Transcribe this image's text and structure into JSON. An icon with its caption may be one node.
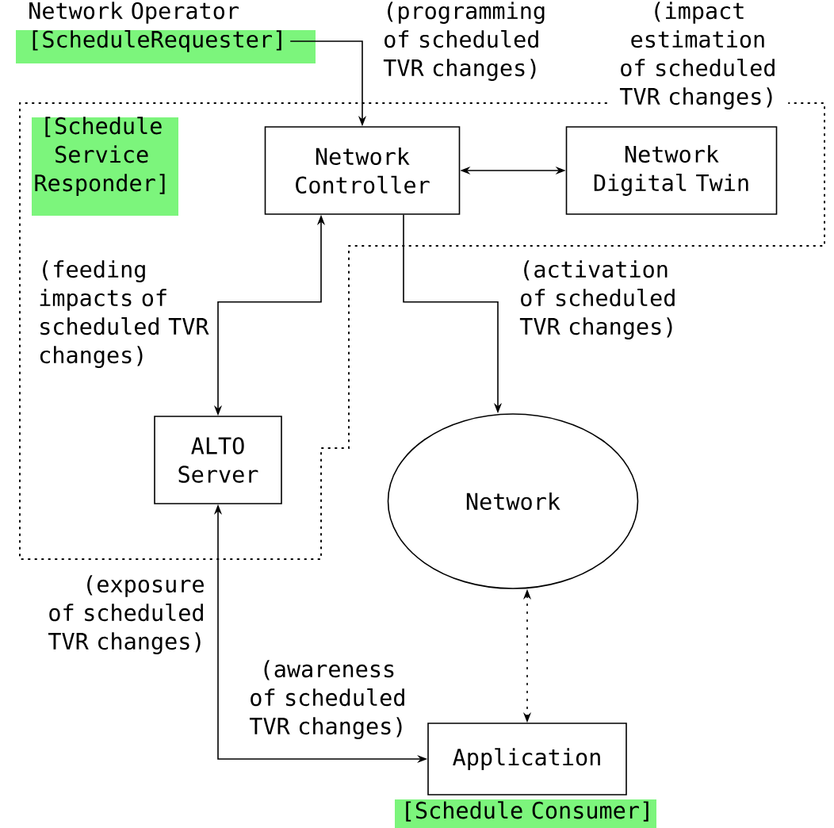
{
  "diagram": {
    "nodes": [
      {
        "text": [
          "Network Operator",
          "[ScheduleRequester]"
        ]
      },
      {
        "text": [
          "[Schedule Service Responder]"
        ]
      },
      {
        "text": [
          "Network Controller"
        ],
        "in": 1
      },
      {
        "text": [
          "Network Digital Twin"
        ],
        "in": 1,
        "beside": [
          "(impact estimation of scheduled TVR changes)"
        ]
      },
      {
        "text": [
          "ALTO Server"
        ],
        "in": 1
      },
      {
        "text": [
          "Network"
        ]
      },
      {
        "text": [
          "Application"
        ],
        "beside": [
          "[Schedule Consumer]"
        ]
      }
    ],
    "edges": [
      {
        "from": 0,
        "to": 2,
        "arrow": "to",
        "label": "(programming of scheduled TVR changes)"
      },
      {
        "from": 2,
        "to": 3,
        "arrow": "both"
      },
      {
        "from": 2,
        "to": 4,
        "arrow": "both",
        "label": "(feeding impacts of scheduled TVR changes)"
      },
      {
        "from": 2,
        "to": 5,
        "arrow": "to",
        "label": "(activation of scheduled TVR changes)"
      },
      {
        "from": 4,
        "to": 6,
        "arrow": "both",
        "label": "(exposure of scheduled TVR changes)"
      },
      {
        "from": 5,
        "to": 6,
        "arrow": "both",
        "style": "dashed"
      }
    ],
    "labels": [
      "(awareness of scheduled TVR changes)"
    ]
  }
}
